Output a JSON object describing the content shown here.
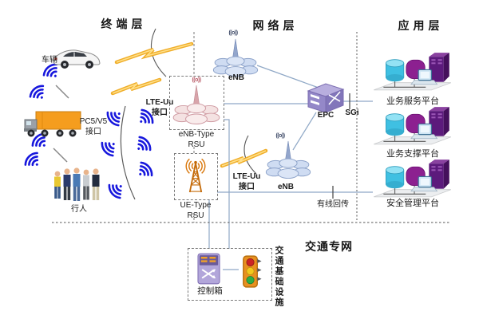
{
  "titles": {
    "terminal_layer": "终端层",
    "network_layer": "网络层",
    "application_layer": "应用层",
    "traffic_private_network": "交通专网"
  },
  "terminal": {
    "vehicle": "车辆",
    "pc5_line1": "PC5/V5",
    "pc5_line2": "接口",
    "pedestrian": "行人"
  },
  "interfaces": {
    "lte_uu": "LTE-Uu",
    "port": "接口"
  },
  "network": {
    "enb1": "eNB",
    "enb2": "eNB",
    "enb_type_line1": "eNB-Type",
    "enb_type_line2": "RSU",
    "ue_type_line1": "UE-Type",
    "ue_type_line2": "RSU",
    "epc": "EPC",
    "sgi": "SGi",
    "backhaul": "有线回传",
    "antenna_glyph": "((o))"
  },
  "application": {
    "platforms": [
      "业务服务平台",
      "业务支撑平台",
      "安全管理平台"
    ]
  },
  "traffic": {
    "control_box": "控制箱",
    "infrastructure": "交通基础设施"
  },
  "colors": {
    "wifi_blue": "#1717dd",
    "lightning_yellow": "#f0ae2a",
    "link_line": "#8fa8c6",
    "enb_cloud_blue": "#cfdcf2",
    "rsu_pink": "#f4e2e2",
    "rsu_tower_orange": "#d9790f",
    "epc_purple": "#9488c8",
    "platform_cyan": "#3fc0e2",
    "platform_purple": "#8c2090",
    "server_purple": "#5c1a7c",
    "traffic_light_orange": "#e89020"
  }
}
